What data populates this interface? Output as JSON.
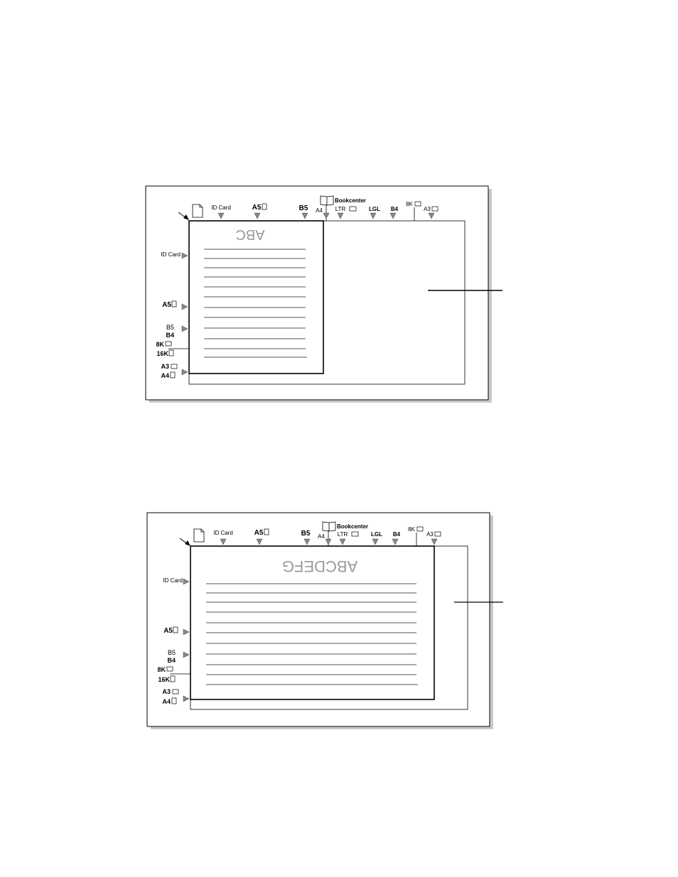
{
  "figures": [
    {
      "id": "portrait",
      "top_labels": {
        "id_card": "ID Card",
        "a5": "A5",
        "b5": "B5",
        "a4": "A4",
        "bookcenter": "Bookcenter",
        "ltr": "LTR",
        "lgl": "LGL",
        "b4": "B4",
        "k8": "8K",
        "a3": "A3"
      },
      "side_labels": {
        "id_card": "ID Card",
        "a5": "A5",
        "b5": "B5",
        "b4": "B4",
        "k8": "8K",
        "k16": "16K",
        "a3": "A3",
        "a4": "A4"
      },
      "document_text": "ABC"
    },
    {
      "id": "landscape",
      "top_labels": {
        "id_card": "ID Card",
        "a5": "A5",
        "b5": "B5",
        "a4": "A4",
        "bookcenter": "Bookcenter",
        "ltr": "LTR",
        "lgl": "LGL",
        "b4": "B4",
        "k8": "8K",
        "a3": "A3"
      },
      "side_labels": {
        "id_card": "ID Card",
        "a5": "A5",
        "b5": "B5",
        "b4": "B4",
        "k8": "8K",
        "k16": "16K",
        "a3": "A3",
        "a4": "A4"
      },
      "document_text": "ABCDEFG"
    }
  ]
}
